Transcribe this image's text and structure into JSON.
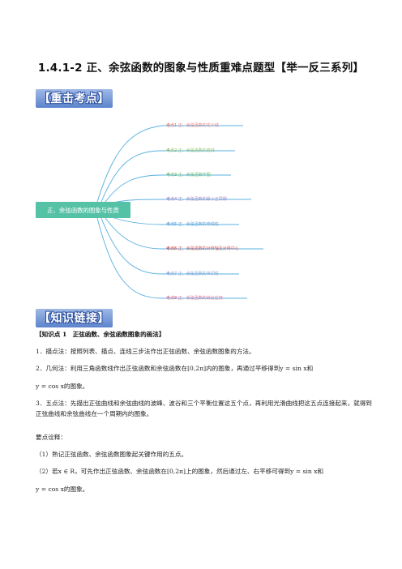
{
  "title": "1.4.1-2 正、余弦函数的图象与性质重难点题型【举一反三系列】",
  "section_headers": {
    "key_points": "【重击考点】",
    "knowledge": "【知识链接】"
  },
  "mindmap": {
    "center": "正、余弦函数的图象与性质",
    "branches": [
      {
        "key": "考点1",
        "text": "正、余弦函数的定义域",
        "color": "#e65c5c"
      },
      {
        "key": "考点2",
        "text": "正、余弦函数的值域",
        "color": "#7cb342"
      },
      {
        "key": "考点3",
        "text": "正、余弦函数作图",
        "color": "#4caf50"
      },
      {
        "key": "考点4",
        "text": "正、余弦函数的最小正周期",
        "color": "#8e6bb8"
      },
      {
        "key": "考点5",
        "text": "正、余弦函数的奇偶性",
        "color": "#3f8fd0"
      },
      {
        "key": "考点6",
        "text": "正、余弦函数的对称轴及对称中心",
        "color": "#c62828"
      },
      {
        "key": "考点7",
        "text": "正、余弦函数的单调性",
        "color": "#6a8fcf"
      },
      {
        "key": "考点8",
        "text": "正、余弦函数的综合应用",
        "color": "#d35480"
      }
    ]
  },
  "knowledge": {
    "heading_label": "【知识点 1",
    "heading_title": "正弦函数、余弦函数图象的画法】",
    "p1": "1．描点法：按照列表、描点、连线三步法作出正弦函数、余弦函数图象的方法。",
    "p2a": "2．几何法：利用三角函数线作出正弦函数和余弦函数在",
    "p2_interval": "[0,2π]",
    "p2b": "内的图象，再通过平移得到",
    "p2_sin": "y = sin x",
    "p2c": "和",
    "p2_cos": "y = cos x",
    "p2d": "的图象。",
    "p3": "3．五点法：先描出正弦曲线和余弦曲线的波峰、波谷和三个平衡位置这五个点，再利用光滑曲线把这五点连接起来，就得到正弦曲线和余弦曲线在一个周期内的图象。",
    "p4": "要点诠释：",
    "p5": "（1）熟记正弦函数、余弦函数图象起关键作用的五点。",
    "p6a": "（2）若",
    "p6_cond": "x ∈ R",
    "p6b": "，可先作出正弦函数、余弦函数在",
    "p6_interval": "[0,2π]",
    "p6c": "上的图象，然后通过左、右平移可得到",
    "p6_sin": "y = sin x",
    "p6d": "和",
    "p6_cos": "y = cos x",
    "p6e": "的图象。"
  }
}
